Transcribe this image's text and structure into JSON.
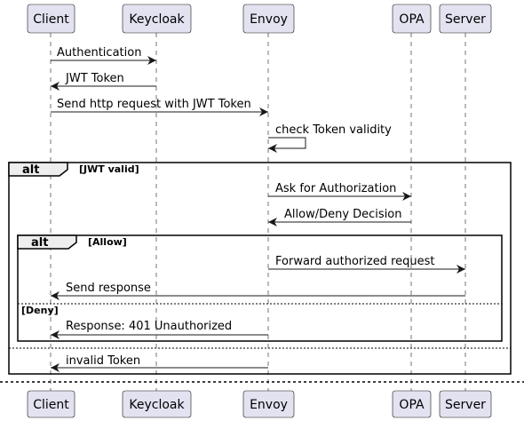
{
  "participants": [
    {
      "name": "Client"
    },
    {
      "name": "Keycloak"
    },
    {
      "name": "Envoy"
    },
    {
      "name": "OPA"
    },
    {
      "name": "Server"
    }
  ],
  "messages": [
    {
      "text": "Authentication",
      "from": "Client",
      "to": "Keycloak"
    },
    {
      "text": "JWT Token",
      "from": "Keycloak",
      "to": "Client"
    },
    {
      "text": "Send http request with JWT Token",
      "from": "Client",
      "to": "Envoy"
    },
    {
      "text": "check Token validity",
      "from": "Envoy",
      "to": "Envoy"
    },
    {
      "text": "Ask for Authorization",
      "from": "Envoy",
      "to": "OPA"
    },
    {
      "text": "Allow/Deny Decision",
      "from": "OPA",
      "to": "Envoy"
    },
    {
      "text": "Forward authorized request",
      "from": "Envoy",
      "to": "Server"
    },
    {
      "text": "Send response",
      "from": "Server",
      "to": "Client"
    },
    {
      "text": "Response: 401 Unauthorized",
      "from": "Envoy",
      "to": "Client"
    },
    {
      "text": "invalid Token",
      "from": "Envoy",
      "to": "Client"
    }
  ],
  "fragments": [
    {
      "operator": "alt",
      "guard": "[JWT valid]"
    },
    {
      "operator": "alt",
      "guard": "[Allow]",
      "else_guard": "[Deny]"
    }
  ]
}
